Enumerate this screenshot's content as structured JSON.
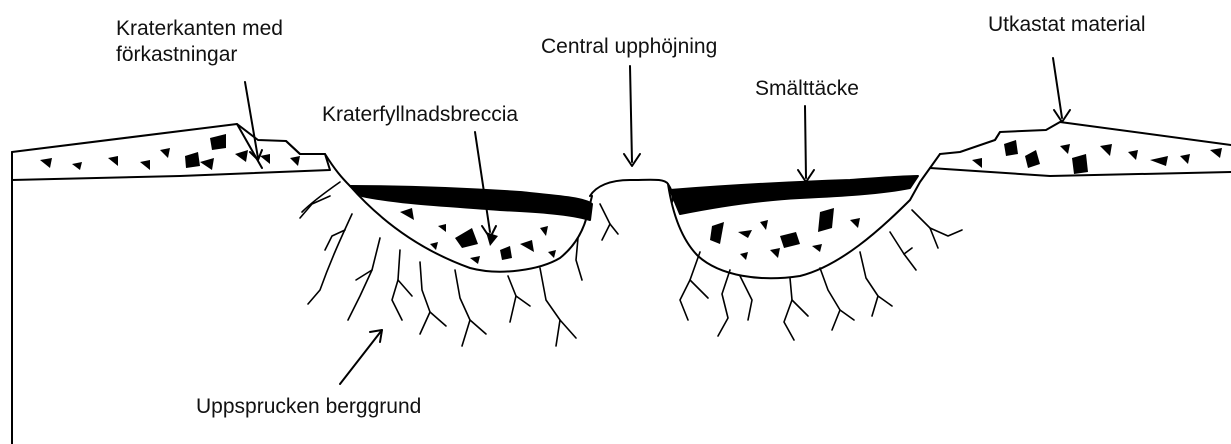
{
  "labels": {
    "rim_faults": "Kraterkanten med förkastningar",
    "central_uplift": "Central upphöjning",
    "crater_fill_breccia": "Kraterfyllnadsbreccia",
    "melt_sheet": "Smälttäcke",
    "ejecta": "Utkastat material",
    "fractured_bedrock": "Uppsprucken berggrund"
  }
}
